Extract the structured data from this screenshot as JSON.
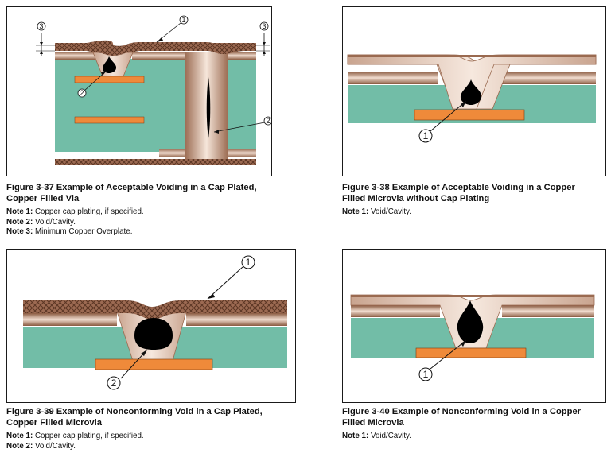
{
  "colors": {
    "laminate": "#72bda7",
    "copper": "#c49a84",
    "copper_dark": "#8a5a40",
    "cap_plating": "#9c6a52",
    "pad": "#ef8a3a",
    "void": "#000000"
  },
  "figures": [
    {
      "title_line1": "Figure 3-37   Example of Acceptable Voiding in a Cap Plated,",
      "title_line2": "Copper Filled Via",
      "notes": [
        {
          "label": "Note 1:",
          "text": " Copper cap plating, if specified."
        },
        {
          "label": "Note 2:",
          "text": " Void/Cavity."
        },
        {
          "label": "Note 3:",
          "text": " Minimum Copper Overplate."
        }
      ],
      "callouts": [
        "1",
        "2",
        "2",
        "3",
        "3"
      ]
    },
    {
      "title_line1": "Figure 3-38  Example of Acceptable Voiding in a Copper",
      "title_line2": "Filled Microvia without Cap Plating",
      "notes": [
        {
          "label": "Note 1:",
          "text": " Void/Cavity."
        }
      ],
      "callouts": [
        "1"
      ]
    },
    {
      "title_line1": "Figure 3-39  Example of Nonconforming Void in a Cap Plated,",
      "title_line2": "Copper Filled Microvia",
      "notes": [
        {
          "label": "Note 1:",
          "text": " Copper cap plating, if specified."
        },
        {
          "label": "Note 2:",
          "text": " Void/Cavity."
        }
      ],
      "callouts": [
        "1",
        "2"
      ]
    },
    {
      "title_line1": "Figure 3-40  Example of Nonconforming Void in a Copper",
      "title_line2": "Filled Microvia",
      "notes": [
        {
          "label": "Note 1:",
          "text": " Void/Cavity."
        }
      ],
      "callouts": [
        "1"
      ]
    }
  ]
}
